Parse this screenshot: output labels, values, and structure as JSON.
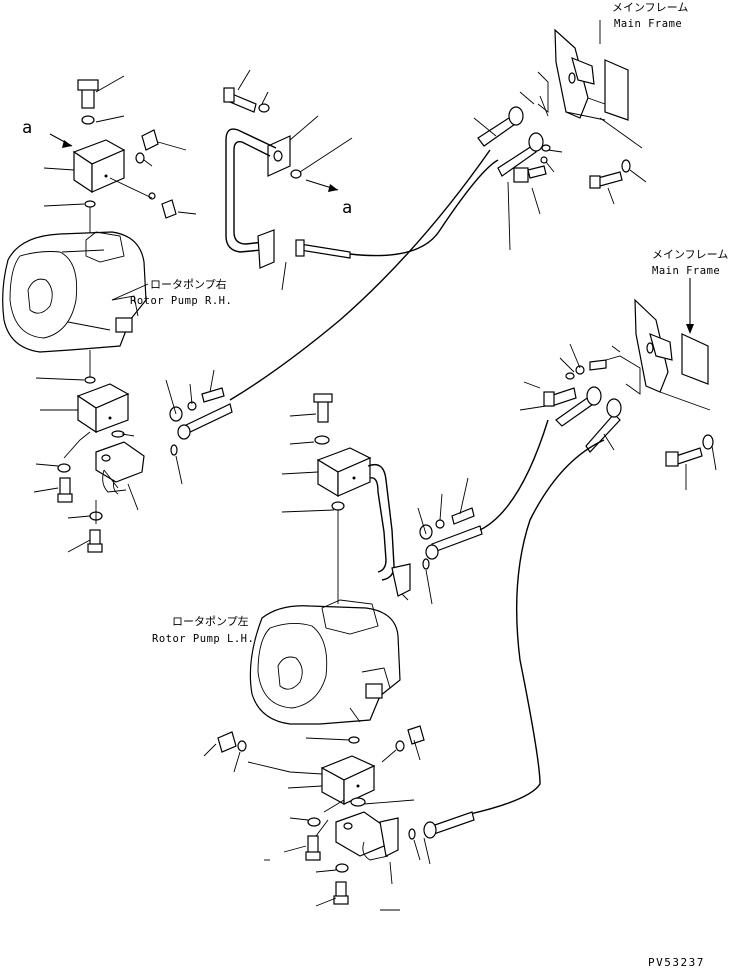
{
  "labels": {
    "main_frame_top_jp": "メインフレーム",
    "main_frame_top_en": "Main Frame",
    "main_frame_mid_jp": "メインフレーム",
    "main_frame_mid_en": "Main Frame",
    "pump_rh_jp": "ロータポンプ右",
    "pump_rh_en": "Rotor Pump R.H.",
    "pump_lh_jp": "ロータポンプ左",
    "pump_lh_en": "Rotor Pump L.H.",
    "ref_a_left": "a",
    "ref_a_pipe": "a",
    "drawing_code": "PV53237"
  }
}
